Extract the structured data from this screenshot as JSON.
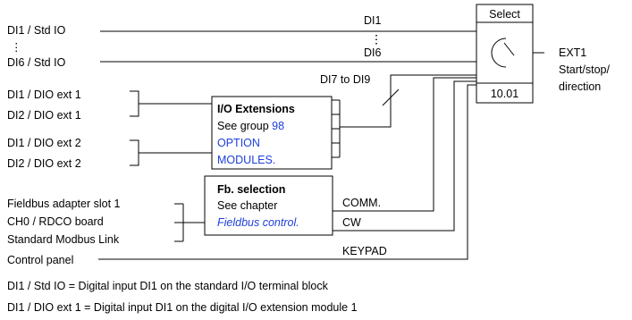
{
  "inputs": {
    "std": [
      "DI1 / Std IO",
      "DI6 / Std IO"
    ],
    "ext1": [
      "DI1 / DIO ext 1",
      "DI2 / DIO ext 1"
    ],
    "ext2": [
      "DI1 / DIO ext 2",
      "DI2 / DIO ext 2"
    ],
    "fieldbus": [
      "Fieldbus adapter slot 1",
      "CH0 / RDCO board",
      "Standard Modbus Link"
    ],
    "control_panel": "Control panel",
    "ellipsis": "⋮"
  },
  "line_labels": {
    "di1": "DI1",
    "di6": "DI6",
    "di7_9": "DI7 to DI9",
    "comm": "COMM.",
    "cw": "CW",
    "keypad": "KEYPAD"
  },
  "io_box": {
    "title": "I/O Extensions",
    "see_group": "See group",
    "group_num": "98",
    "option_line1": "OPTION",
    "option_line2": "MODULES."
  },
  "fb_box": {
    "title": "Fb. selection",
    "see_chapter": "See chapter",
    "chapter_link": "Fieldbus control."
  },
  "select_block": {
    "title": "Select",
    "param": "10.01"
  },
  "output": {
    "name": "EXT1",
    "line2": "Start/stop/",
    "line3": "direction"
  },
  "footnotes": [
    "DI1 / Std IO = Digital input DI1 on the standard I/O terminal block",
    "DI1 / DIO ext 1 = Digital input DI1 on the digital I/O extension module 1"
  ],
  "colors": {
    "link": "#1f3fd8",
    "line": "#000000"
  }
}
